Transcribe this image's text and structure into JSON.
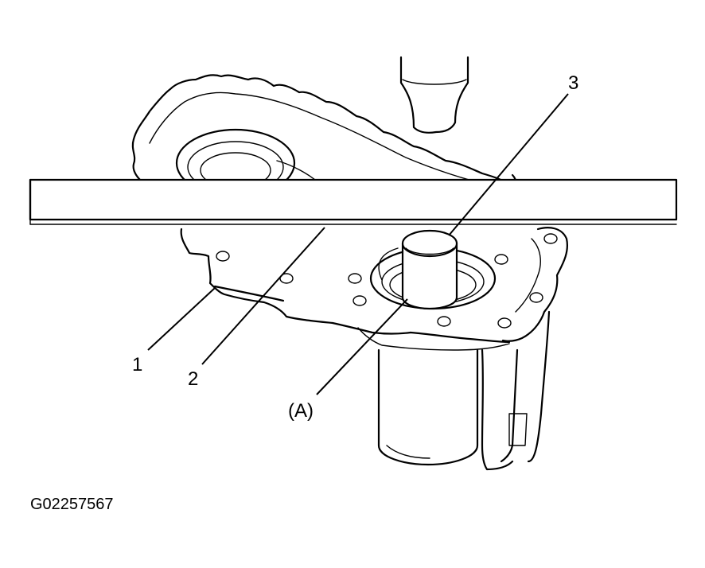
{
  "figure": {
    "figure_id": "G02257567",
    "callouts": {
      "part1": "1",
      "part2": "2",
      "part3": "3",
      "point_a": "(A)"
    }
  }
}
